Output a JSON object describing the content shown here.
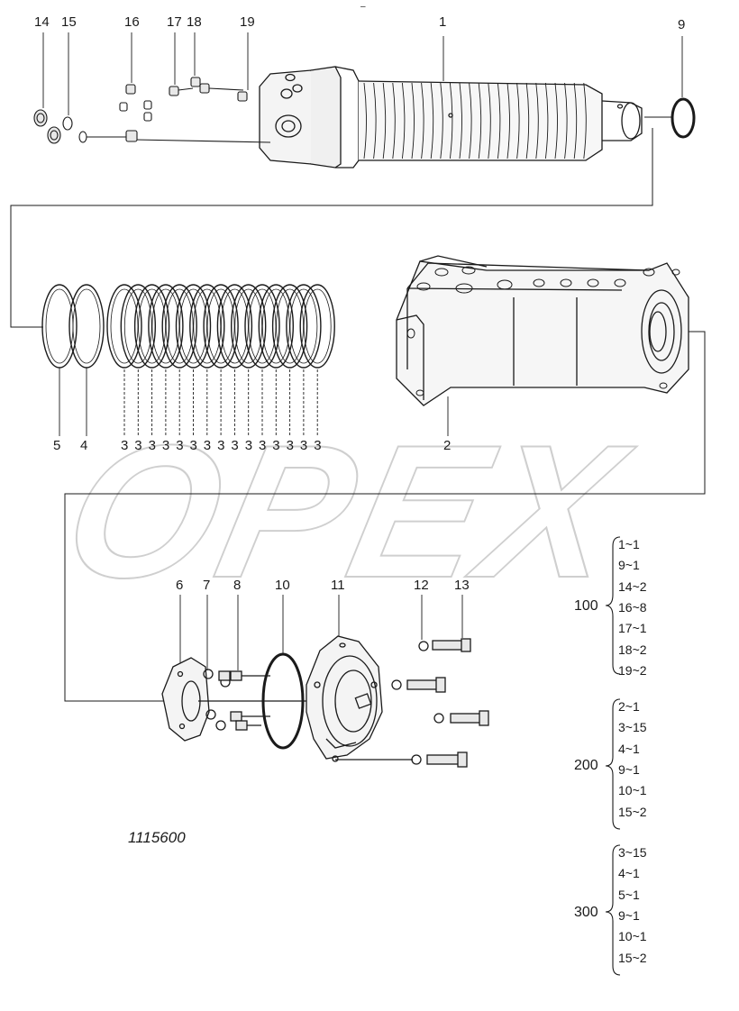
{
  "drawing_code": "1115600",
  "watermark": "OPEX",
  "top_mark": "–",
  "callouts": {
    "c14": "14",
    "c15": "15",
    "c16": "16",
    "c17": "17",
    "c18": "18",
    "c19": "19",
    "c1": "1",
    "c9": "9",
    "c5": "5",
    "c4": "4",
    "c3": "3",
    "c2": "2",
    "c6": "6",
    "c7": "7",
    "c8": "8",
    "c10": "10",
    "c11": "11",
    "c12": "12",
    "c13": "13"
  },
  "kits": [
    {
      "label": "100",
      "items": [
        "1~1",
        "9~1",
        "14~2",
        "16~8",
        "17~1",
        "18~2",
        "19~2"
      ]
    },
    {
      "label": "200",
      "items": [
        "2~1",
        "3~15",
        "4~1",
        "9~1",
        "10~1",
        "15~2"
      ]
    },
    {
      "label": "300",
      "items": [
        "3~15",
        "4~1",
        "5~1",
        "9~1",
        "10~1",
        "15~2"
      ]
    }
  ],
  "colors": {
    "line": "#1a1a1a",
    "watermark": "#c8c8c8"
  }
}
